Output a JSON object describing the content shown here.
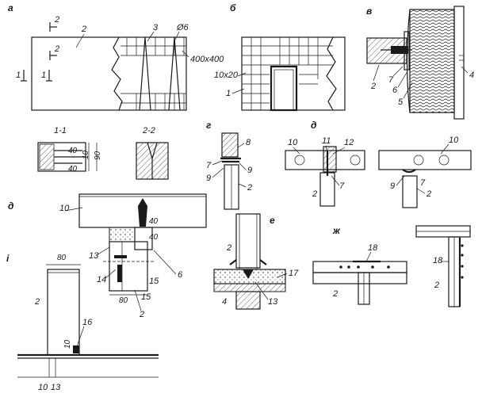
{
  "sections": {
    "a": "а",
    "b": "б",
    "v": "в",
    "g": "г",
    "d1": "д",
    "d2": "д",
    "e": "е",
    "zh": "ж",
    "i": "і",
    "s11": "1-1",
    "s22": "2-2"
  },
  "labels": {
    "a_2_cut": "2",
    "a_2_cut_b": "2",
    "a_2": "2",
    "a_3": "3",
    "a_d6": "Ø6",
    "a_grid": "400x400",
    "a_1_cut": "1",
    "a_1_cut_b": "1",
    "b_grid": "10x20",
    "b_1": "1",
    "v_2": "2",
    "v_7": "7",
    "v_6": "6",
    "v_5": "5",
    "v_4": "4",
    "s11_40a": "40",
    "s11_40b": "40",
    "s11_10": "10",
    "s11_90": "90",
    "g_8": "8",
    "g_7": "7",
    "g_9a": "9",
    "g_9b": "9",
    "g_2": "2",
    "d2_10a": "10",
    "d2_11": "11",
    "d2_12": "12",
    "d2_2a": "2",
    "d2_7a": "7",
    "d2_10b": "10",
    "d2_9": "9",
    "d2_7b": "7",
    "d2_2b": "2",
    "d1_10": "10",
    "d1_40a": "40",
    "d1_13": "13",
    "d1_40b": "40",
    "d1_14": "14",
    "d1_15a": "15",
    "d1_15b": "15",
    "d1_6": "6",
    "d1_80": "80",
    "d1_2": "2",
    "i_80": "80",
    "i_2": "2",
    "i_16": "16",
    "i_10": "10",
    "i_10b": "10",
    "i_13": "13",
    "e_2": "2",
    "e_17": "17",
    "e_4": "4",
    "e_13": "13",
    "zh_18a": "18",
    "zh_2a": "2",
    "zh_18b": "18",
    "zh_2b": "2"
  }
}
